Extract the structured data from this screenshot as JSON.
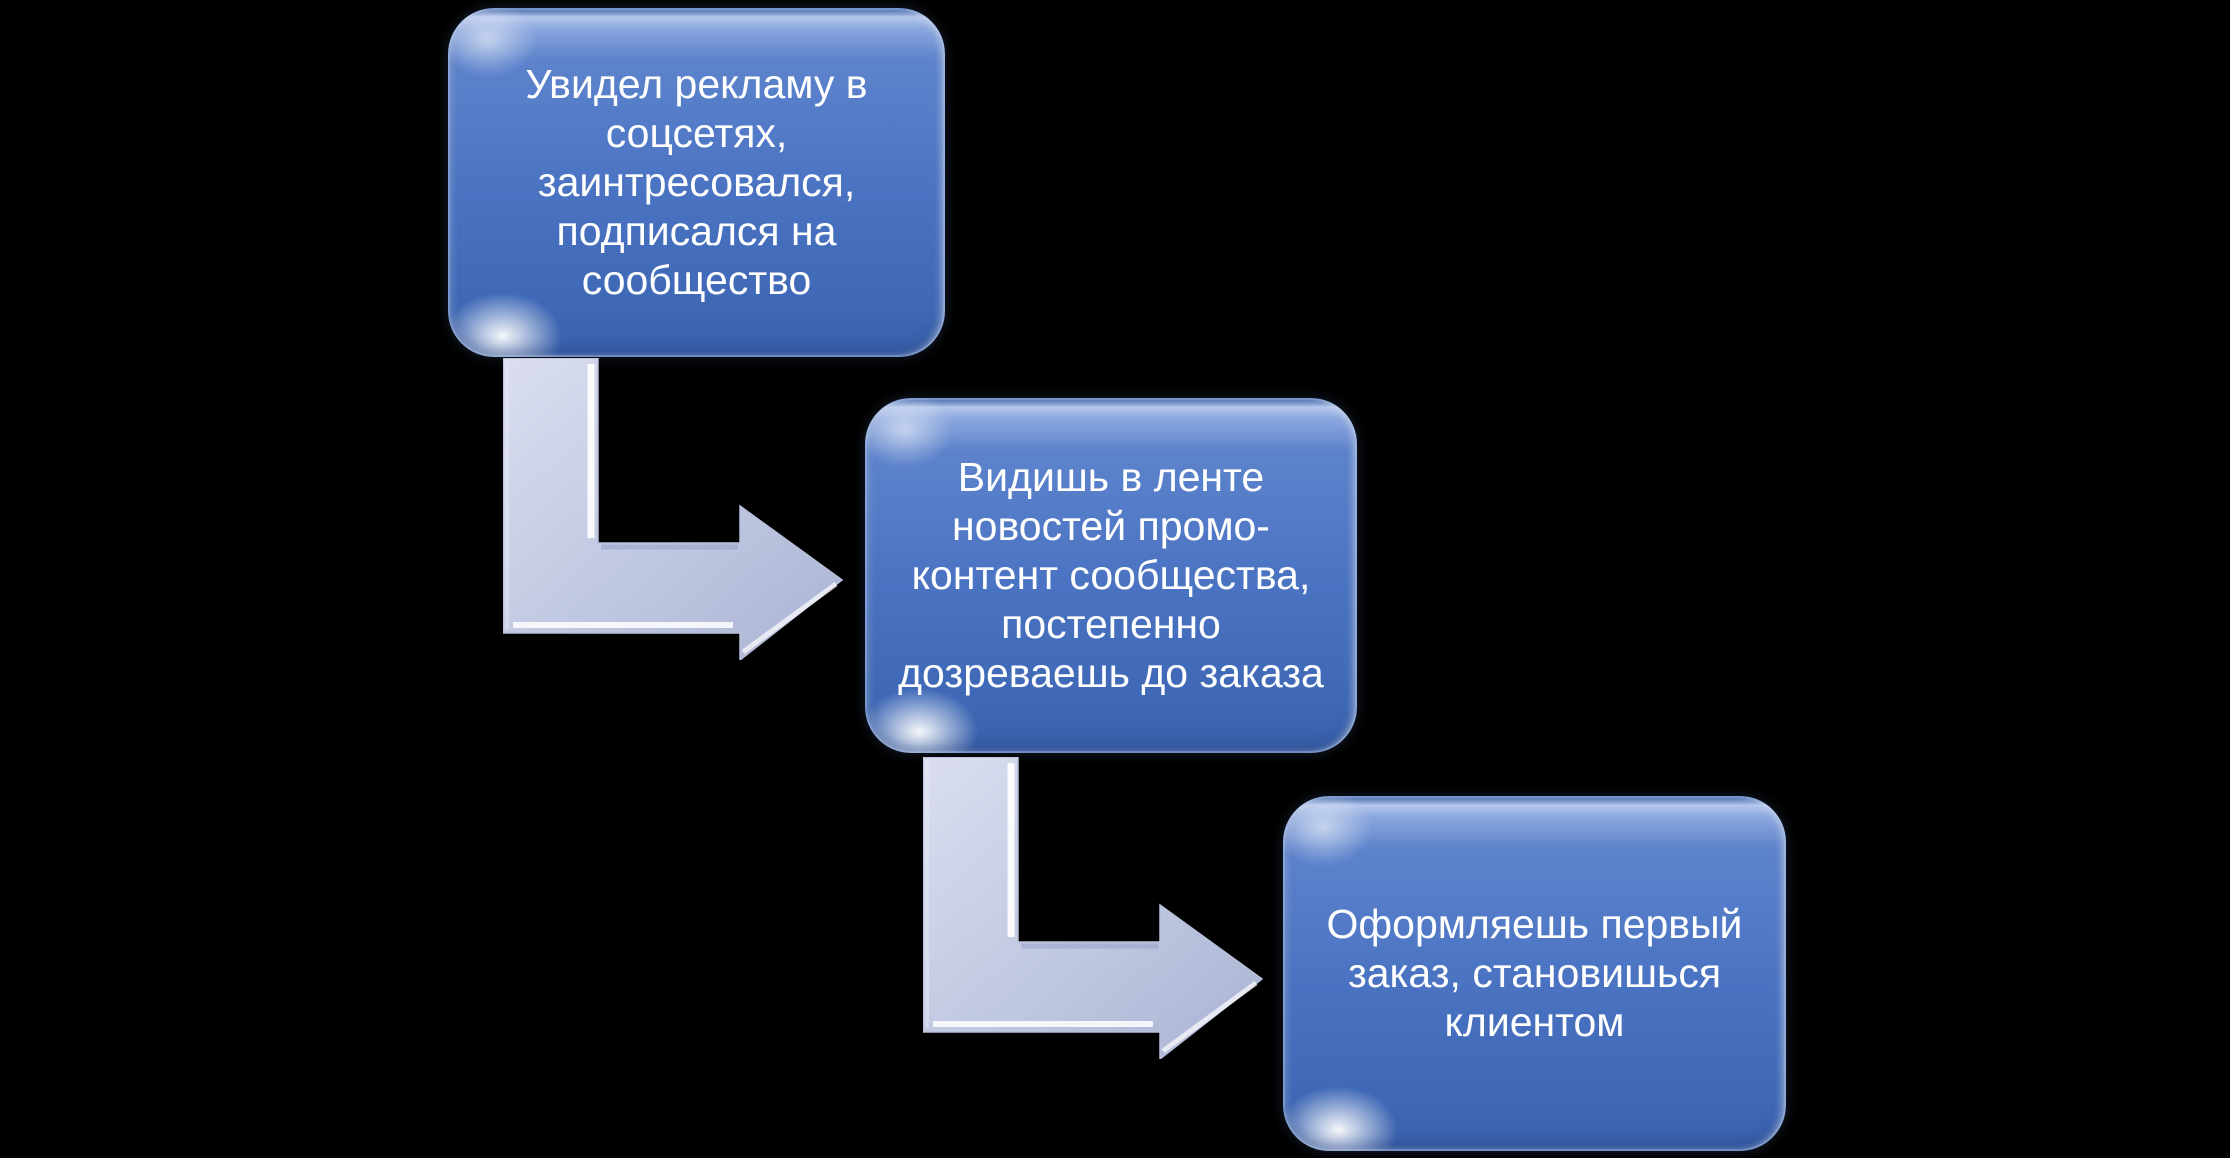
{
  "steps": [
    {
      "label": "Увидел рекламу в\nсоцсетях,\nзаинтресовался,\nподписался на\nсообщество"
    },
    {
      "label": "Видишь в ленте\nновостей промо-\nконтент сообщества,\nпостепенно\nдозреваешь до заказа"
    },
    {
      "label": "Оформляешь первый\nзаказ, становишься\nклиентом"
    }
  ],
  "connectors": [
    {
      "icon": "elbow-arrow-down-right-icon"
    },
    {
      "icon": "elbow-arrow-down-right-icon"
    }
  ],
  "colors": {
    "background": "#000000",
    "step_fill": "#4a73c2",
    "step_fill_light": "#8aa6dd",
    "step_fill_dark": "#385ea8",
    "step_top_highlight": "#b4c6ec",
    "step_text": "#ffffff",
    "arrow_fill_light": "#dadeef",
    "arrow_fill_mid": "#c2c9e2",
    "arrow_fill_dark": "#a9b3d3",
    "arrow_bevel": "#ffffff"
  }
}
